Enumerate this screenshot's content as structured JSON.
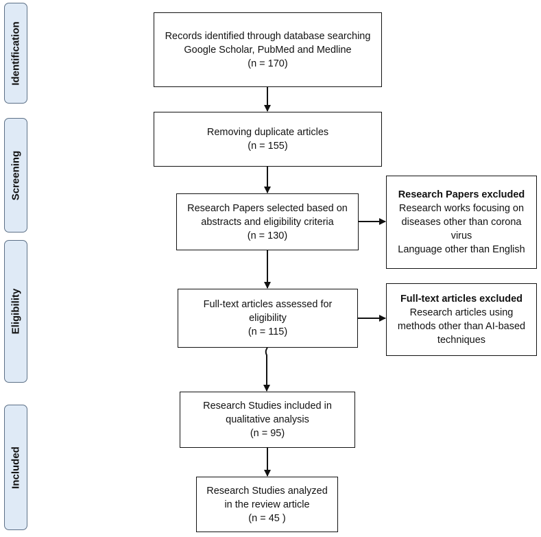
{
  "stages": {
    "identification": "Identification",
    "screening": "Screening",
    "eligibility": "Eligibility",
    "included": "Included"
  },
  "boxes": {
    "records_identified": {
      "line1": "Records identified through database searching",
      "line2": "Google Scholar, PubMed and Medline",
      "count": "(n = 170)"
    },
    "remove_duplicates": {
      "line1": "Removing duplicate articles",
      "count": "(n = 155)"
    },
    "papers_selected": {
      "line1": "Research Papers selected based on",
      "line2": "abstracts and eligibility criteria",
      "count": "(n = 130)"
    },
    "papers_excluded": {
      "title": "Research Papers excluded",
      "line1": "Research works focusing on",
      "line2": "diseases other than corona",
      "line3": "virus",
      "line4": "Language other than English"
    },
    "fulltext_assessed": {
      "line1": "Full-text articles assessed for",
      "line2": "eligibility",
      "count": "(n = 115)"
    },
    "fulltext_excluded": {
      "title": "Full-text articles excluded",
      "line1": "Research articles using",
      "line2": "methods other than AI-based",
      "line3": "techniques"
    },
    "qualitative_included": {
      "line1": "Research Studies included in",
      "line2": "qualitative analysis",
      "count": "(n = 95)"
    },
    "review_analyzed": {
      "line1": "Research Studies analyzed",
      "line2": "in the review article",
      "count": "(n = 45 )"
    }
  }
}
